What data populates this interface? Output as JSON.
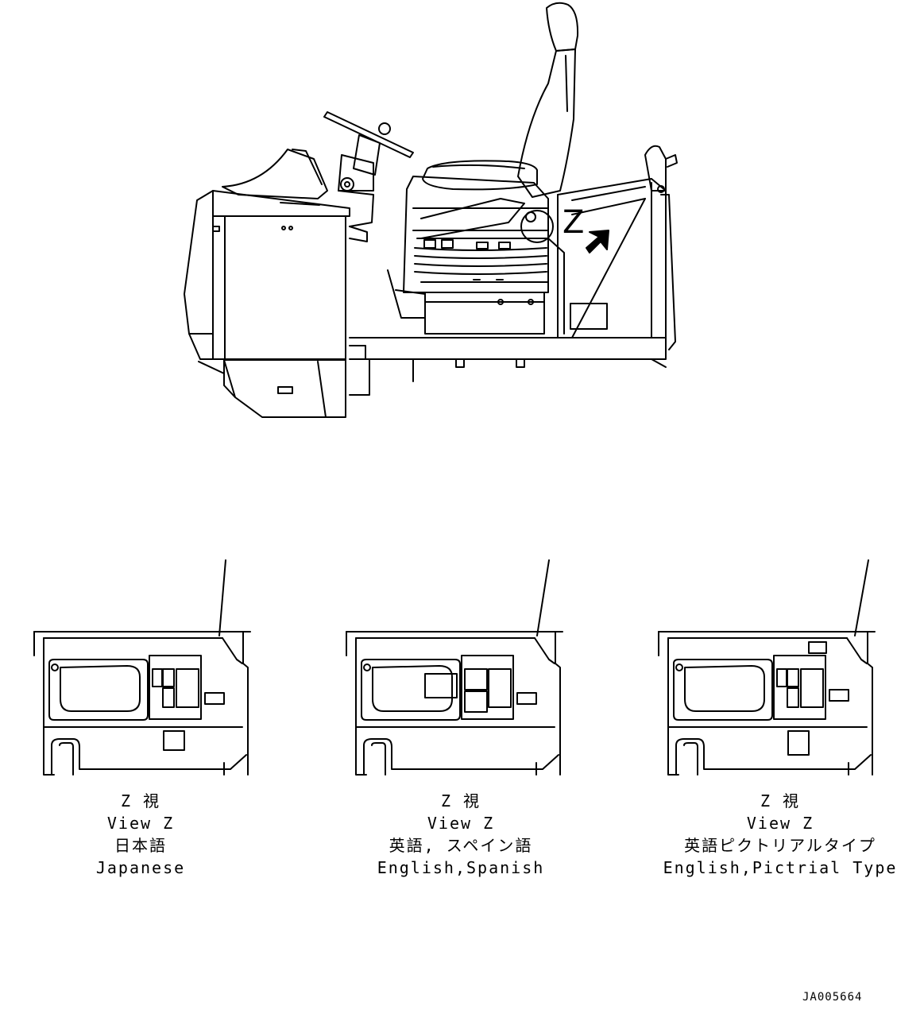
{
  "main_view": {
    "z_marker": "Z"
  },
  "views": [
    {
      "view_label_jp": "Z 視",
      "view_label_en": "View Z",
      "language_jp": "日本語",
      "language_en": "Japanese"
    },
    {
      "view_label_jp": "Z 視",
      "view_label_en": "View Z",
      "language_jp": "英語, スペイン語",
      "language_en": "English,Spanish"
    },
    {
      "view_label_jp": "Z 視",
      "view_label_en": "View Z",
      "language_jp": "英語ピクトリアルタイプ",
      "language_en": "English,Pictrial Type"
    }
  ],
  "reference_code": "JA005664"
}
